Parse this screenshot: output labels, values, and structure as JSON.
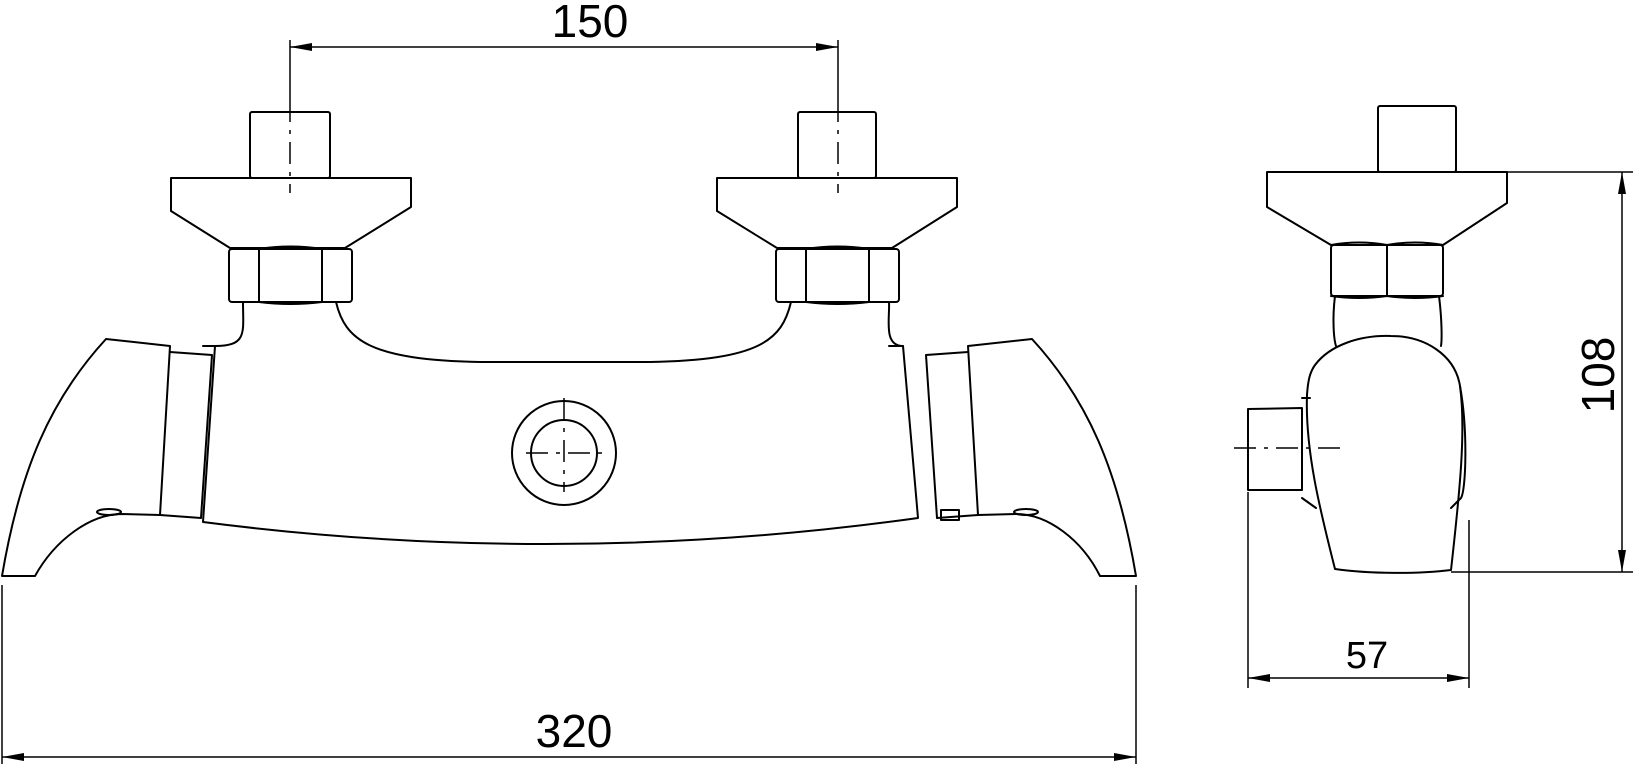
{
  "dimensions": {
    "valve_spacing": "150",
    "total_width": "320",
    "depth": "57",
    "height": "108"
  }
}
